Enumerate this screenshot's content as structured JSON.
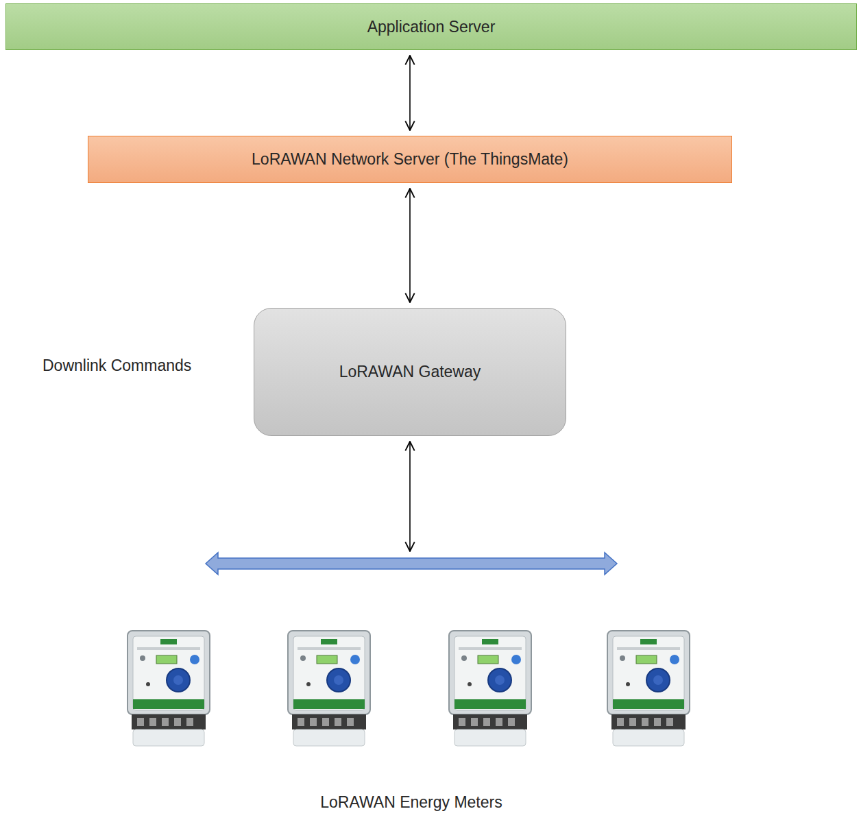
{
  "diagram": {
    "nodes": [
      {
        "text": [
          "Application Server"
        ]
      },
      {
        "text": [
          "LoRAWAN Network Server (The ThingsMate)"
        ]
      },
      {
        "text": [
          "LoRAWAN Gateway"
        ]
      },
      {
        "text": [
          "LoRAWAN Energy Meters"
        ]
      }
    ],
    "edges": [
      {
        "from": 0,
        "to": 1,
        "arrow": "both"
      },
      {
        "from": 1,
        "to": 2,
        "arrow": "both"
      },
      {
        "from": 2,
        "to": 3,
        "arrow": "both"
      }
    ],
    "labels": [
      "Downlink Commands"
    ]
  }
}
